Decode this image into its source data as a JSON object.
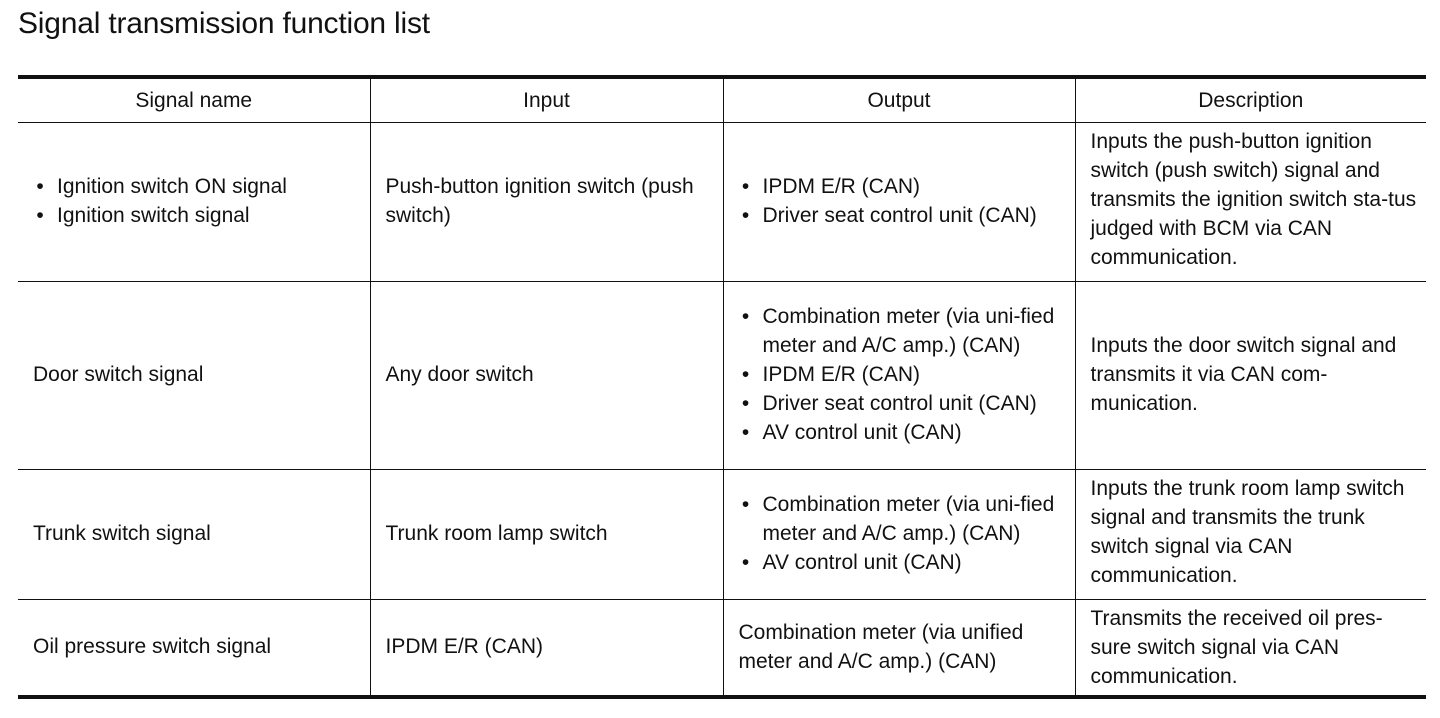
{
  "title": "Signal transmission function list",
  "table": {
    "headers": [
      "Signal name",
      "Input",
      "Output",
      "Description"
    ],
    "rows": [
      {
        "signal_name": [
          "Ignition switch ON signal",
          "Ignition switch signal"
        ],
        "input": "Push-button ignition switch (push switch)",
        "output": [
          "IPDM E/R (CAN)",
          "Driver seat control unit (CAN)"
        ],
        "description": "Inputs the push-button ignition switch (push switch) signal and transmits the ignition switch sta-tus judged with BCM via CAN communication."
      },
      {
        "signal_name": "Door switch signal",
        "input": "Any door switch",
        "output": [
          "Combination meter (via uni-fied meter and A/C amp.) (CAN)",
          "IPDM E/R (CAN)",
          "Driver seat control unit (CAN)",
          "AV control unit (CAN)"
        ],
        "description": "Inputs the door switch signal and transmits it via CAN com-munication."
      },
      {
        "signal_name": "Trunk switch signal",
        "input": "Trunk room lamp switch",
        "output": [
          "Combination meter (via uni-fied meter and A/C amp.) (CAN)",
          "AV control unit (CAN)"
        ],
        "description": "Inputs the trunk room lamp switch signal and transmits the trunk switch signal via CAN communication."
      },
      {
        "signal_name": "Oil pressure switch signal",
        "input": "IPDM E/R (CAN)",
        "output": "Combination meter (via unified meter and A/C amp.) (CAN)",
        "description": "Transmits the received oil pres-sure switch signal via CAN communication."
      }
    ]
  }
}
